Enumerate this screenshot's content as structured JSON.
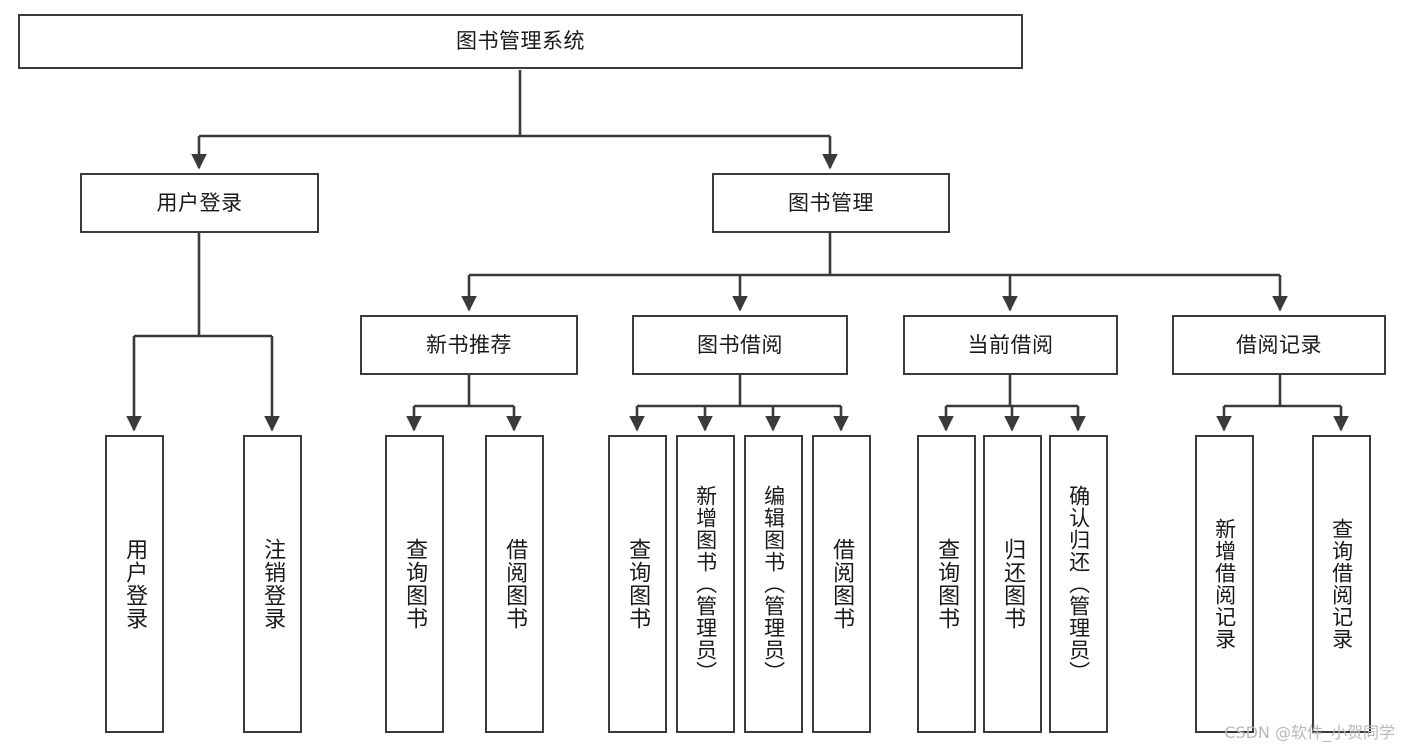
{
  "diagram": {
    "title": "图书管理系统",
    "type": "tree-hierarchy-diagram",
    "watermark": "CSDN @软件_小贺同学",
    "root": {
      "id": "root",
      "label": "图书管理系统"
    },
    "level1": [
      {
        "id": "user-login",
        "label": "用户登录"
      },
      {
        "id": "book-manage",
        "label": "图书管理"
      }
    ],
    "level2": [
      {
        "id": "new-book-rec",
        "label": "新书推荐",
        "parent": "book-manage"
      },
      {
        "id": "book-borrow",
        "label": "图书借阅",
        "parent": "book-manage"
      },
      {
        "id": "current-borrow",
        "label": "当前借阅",
        "parent": "book-manage"
      },
      {
        "id": "borrow-record",
        "label": "借阅记录",
        "parent": "book-manage"
      }
    ],
    "leaves": [
      {
        "id": "leaf-user-login",
        "label": "用户登录",
        "parent": "user-login"
      },
      {
        "id": "leaf-logout",
        "label": "注销登录",
        "parent": "user-login"
      },
      {
        "id": "leaf-rec-query",
        "label": "查询图书",
        "parent": "new-book-rec"
      },
      {
        "id": "leaf-rec-borrow",
        "label": "借阅图书",
        "parent": "new-book-rec"
      },
      {
        "id": "leaf-borrow-query",
        "label": "查询图书",
        "parent": "book-borrow"
      },
      {
        "id": "leaf-borrow-add",
        "label": "新增图书（管理员）",
        "parent": "book-borrow"
      },
      {
        "id": "leaf-borrow-edit",
        "label": "编辑图书（管理员）",
        "parent": "book-borrow"
      },
      {
        "id": "leaf-borrow-do",
        "label": "借阅图书",
        "parent": "book-borrow"
      },
      {
        "id": "leaf-cur-query",
        "label": "查询图书",
        "parent": "current-borrow"
      },
      {
        "id": "leaf-cur-return",
        "label": "归还图书",
        "parent": "current-borrow"
      },
      {
        "id": "leaf-cur-confirm",
        "label": "确认归还（管理员）",
        "parent": "current-borrow"
      },
      {
        "id": "leaf-rec-add",
        "label": "新增借阅记录",
        "parent": "borrow-record"
      },
      {
        "id": "leaf-rec-search",
        "label": "查询借阅记录",
        "parent": "borrow-record"
      }
    ],
    "colors": {
      "box_border": "#3a3a3a",
      "box_fill": "#ffffff",
      "connector": "#3a3a3a",
      "text": "#1a1a1a",
      "watermark": "#b9b9b9",
      "background": "#ffffff"
    }
  }
}
